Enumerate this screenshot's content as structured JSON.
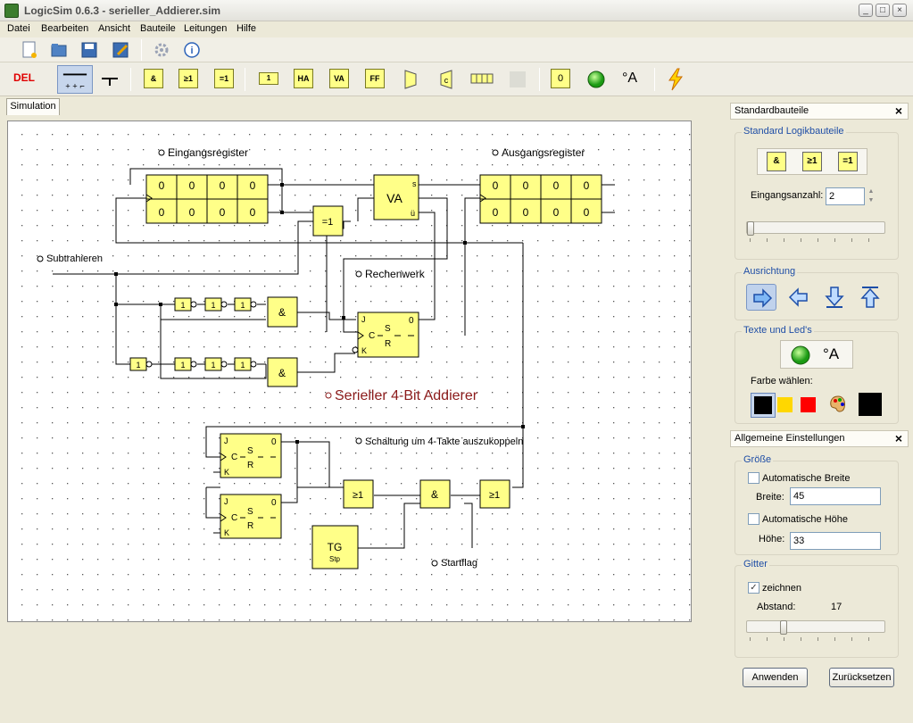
{
  "window": {
    "title": "LogicSim 0.6.3 - serieller_Addierer.sim"
  },
  "menu": [
    "Datei",
    "Bearbeiten",
    "Ansicht",
    "Bauteile",
    "Leitungen",
    "Hilfe"
  ],
  "toolbar": {
    "del_label": "DEL",
    "items": [
      "&",
      "≥1",
      "=1",
      "1",
      "HA",
      "VA",
      "FF",
      "0",
      "°A"
    ]
  },
  "tabs": {
    "simulation": "Simulation"
  },
  "canvas": {
    "labels": {
      "eingangsregister": "Eingangsregister",
      "ausgangsregister": "Ausgangsregister",
      "subtrahieren": "Subtrahieren",
      "rechenwerk": "Rechenwerk",
      "title": "Serieller 4-Bit Addierer",
      "auskoppeln": "Schaltung um 4-Takte auszukoppeln",
      "startflag": "Startflag"
    },
    "input_register": {
      "row1": [
        "0",
        "0",
        "0",
        "0"
      ],
      "row2": [
        "0",
        "0",
        "0",
        "0"
      ]
    },
    "output_register": {
      "row1": [
        "0",
        "0",
        "0",
        "0"
      ],
      "row2": [
        "0",
        "0",
        "0",
        "0"
      ]
    },
    "va": {
      "label": "VA",
      "s": "s",
      "u": "ü"
    },
    "xor_label": "=1",
    "and_label": "&",
    "or_label": "≥1",
    "not_label": "1",
    "ff": {
      "j": "J",
      "c": "C",
      "k": "K",
      "s": "S",
      "r": "R",
      "out0": "0"
    },
    "tg": {
      "label": "TG",
      "sub": "Stp"
    }
  },
  "panel_standard": {
    "header": "Standardbauteile",
    "group_logic": "Standard Logikbauteile",
    "gates": [
      "&",
      "≥1",
      "=1"
    ],
    "inputs_label": "Eingangsanzahl:",
    "inputs_value": "2",
    "group_orientation": "Ausrichtung",
    "group_texts": "Texte und Led's",
    "text_item": "°A",
    "color_label": "Farbe wählen:",
    "colors": [
      "#000000",
      "#ffd700",
      "#ff0000"
    ],
    "current_color": "#000000"
  },
  "panel_general": {
    "header": "Allgemeine Einstellungen",
    "group_size": "Größe",
    "auto_width": "Automatische Breite",
    "width_label": "Breite:",
    "width_value": "45",
    "auto_height": "Automatische Höhe",
    "height_label": "Höhe:",
    "height_value": "33",
    "group_grid": "Gitter",
    "draw_label": "zeichnen",
    "draw_checked": true,
    "spacing_label": "Abstand:",
    "spacing_value": "17",
    "apply_button": "Anwenden",
    "reset_button": "Zurücksetzen"
  }
}
